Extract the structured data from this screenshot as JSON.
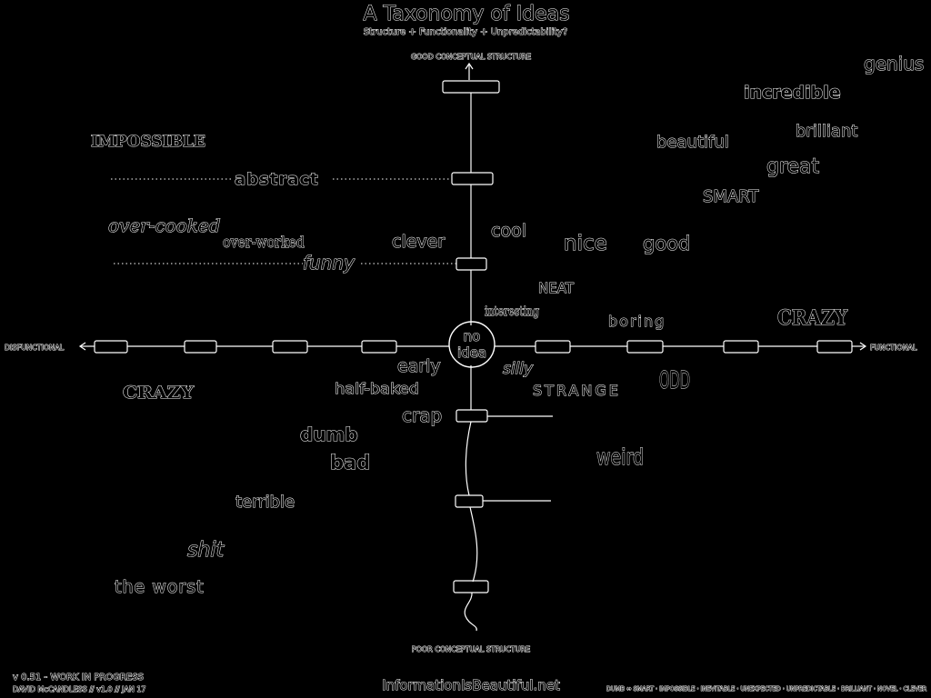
{
  "header": {
    "title": "A Taxonomy of Ideas",
    "subtitle": "Structure + Functionality + Unpredictability?"
  },
  "axes": {
    "top_label": "GOOD CONCEPTUAL STRUCTURE",
    "bottom_label": "POOR CONCEPTUAL STRUCTURE",
    "left_label": "DISFUNCTIONAL",
    "right_label": "FUNCTIONAL",
    "center_line1": "no",
    "center_line2": "idea"
  },
  "words": [
    {
      "text": "genius"
    },
    {
      "text": "incredible"
    },
    {
      "text": "brilliant"
    },
    {
      "text": "beautiful"
    },
    {
      "text": "great"
    },
    {
      "text": "SMART"
    },
    {
      "text": "IMPOSSIBLE"
    },
    {
      "text": "abstract"
    },
    {
      "text": "over-cooked"
    },
    {
      "text": "over-worked"
    },
    {
      "text": "funny"
    },
    {
      "text": "clever"
    },
    {
      "text": "cool"
    },
    {
      "text": "nice"
    },
    {
      "text": "good"
    },
    {
      "text": "NEAT"
    },
    {
      "text": "interesting"
    },
    {
      "text": "boring"
    },
    {
      "text": "CRAZY"
    },
    {
      "text": "early"
    },
    {
      "text": "silly"
    },
    {
      "text": "CRAZY"
    },
    {
      "text": "half-baked"
    },
    {
      "text": "STRANGE"
    },
    {
      "text": "ODD"
    },
    {
      "text": "crap"
    },
    {
      "text": "dumb"
    },
    {
      "text": "bad"
    },
    {
      "text": "weird"
    },
    {
      "text": "terrible"
    },
    {
      "text": "shit"
    },
    {
      "text": "the worst"
    }
  ],
  "footer": {
    "version": "v 0.51 - WORK IN PROGRESS",
    "credit": "DAVID McCANDLESS // v1.0 // JAN 17",
    "site": "InformationIsBeautiful.net",
    "legend": "DUMB ↔ SMART · IMPOSSIBLE · INEVITABLE · UNEXPECTED · UNPREDICTABLE · BRILLIANT · NOVEL · CLEVER"
  },
  "colors": {
    "background": "#000000",
    "foreground": "#ffffff"
  }
}
